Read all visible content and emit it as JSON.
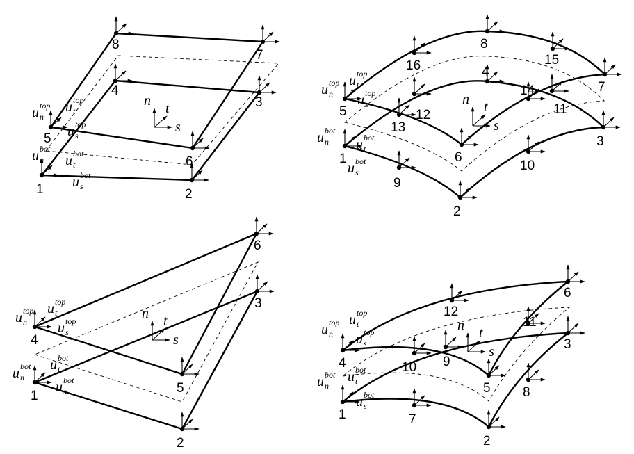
{
  "panels": [
    {
      "id": "quad4",
      "node_labels": [
        "1",
        "2",
        "3",
        "4",
        "5",
        "6",
        "7",
        "8"
      ],
      "axis_labels": {
        "n": "n",
        "t": "t",
        "s": "s"
      },
      "dof_labels": [
        {
          "base": "u",
          "sub": "n",
          "sup": "top"
        },
        {
          "base": "u",
          "sub": "t",
          "sup": "top"
        },
        {
          "base": "u",
          "sub": "s",
          "sup": "top"
        },
        {
          "base": "u",
          "sub": "n",
          "sup": "bot"
        },
        {
          "base": "u",
          "sub": "t",
          "sup": "bot"
        },
        {
          "base": "u",
          "sub": "s",
          "sup": "bot"
        }
      ]
    },
    {
      "id": "quad8",
      "node_labels": [
        "1",
        "2",
        "3",
        "4",
        "5",
        "6",
        "7",
        "8",
        "9",
        "10",
        "11",
        "12",
        "13",
        "14",
        "15",
        "16"
      ],
      "axis_labels": {
        "n": "n",
        "t": "t",
        "s": "s"
      },
      "dof_labels": [
        {
          "base": "u",
          "sub": "n",
          "sup": "top"
        },
        {
          "base": "u",
          "sub": "t",
          "sup": "top"
        },
        {
          "base": "u",
          "sub": "s",
          "sup": "top"
        },
        {
          "base": "u",
          "sub": "n",
          "sup": "bot"
        },
        {
          "base": "u",
          "sub": "t",
          "sup": "bot"
        },
        {
          "base": "u",
          "sub": "s",
          "sup": "bot"
        }
      ]
    },
    {
      "id": "tri3",
      "node_labels": [
        "1",
        "2",
        "3",
        "4",
        "5",
        "6"
      ],
      "axis_labels": {
        "n": "n",
        "t": "t",
        "s": "s"
      },
      "dof_labels": [
        {
          "base": "u",
          "sub": "n",
          "sup": "top"
        },
        {
          "base": "u",
          "sub": "t",
          "sup": "top"
        },
        {
          "base": "u",
          "sub": "s",
          "sup": "top"
        },
        {
          "base": "u",
          "sub": "n",
          "sup": "bot"
        },
        {
          "base": "u",
          "sub": "t",
          "sup": "bot"
        },
        {
          "base": "u",
          "sub": "s",
          "sup": "bot"
        }
      ]
    },
    {
      "id": "tri6",
      "node_labels": [
        "1",
        "2",
        "3",
        "4",
        "5",
        "6",
        "7",
        "8",
        "9",
        "10",
        "11",
        "12"
      ],
      "axis_labels": {
        "n": "n",
        "t": "t",
        "s": "s"
      },
      "dof_labels": [
        {
          "base": "u",
          "sub": "n",
          "sup": "top"
        },
        {
          "base": "u",
          "sub": "t",
          "sup": "top"
        },
        {
          "base": "u",
          "sub": "s",
          "sup": "top"
        },
        {
          "base": "u",
          "sub": "n",
          "sup": "bot"
        },
        {
          "base": "u",
          "sub": "t",
          "sup": "bot"
        },
        {
          "base": "u",
          "sub": "s",
          "sup": "bot"
        }
      ]
    }
  ]
}
